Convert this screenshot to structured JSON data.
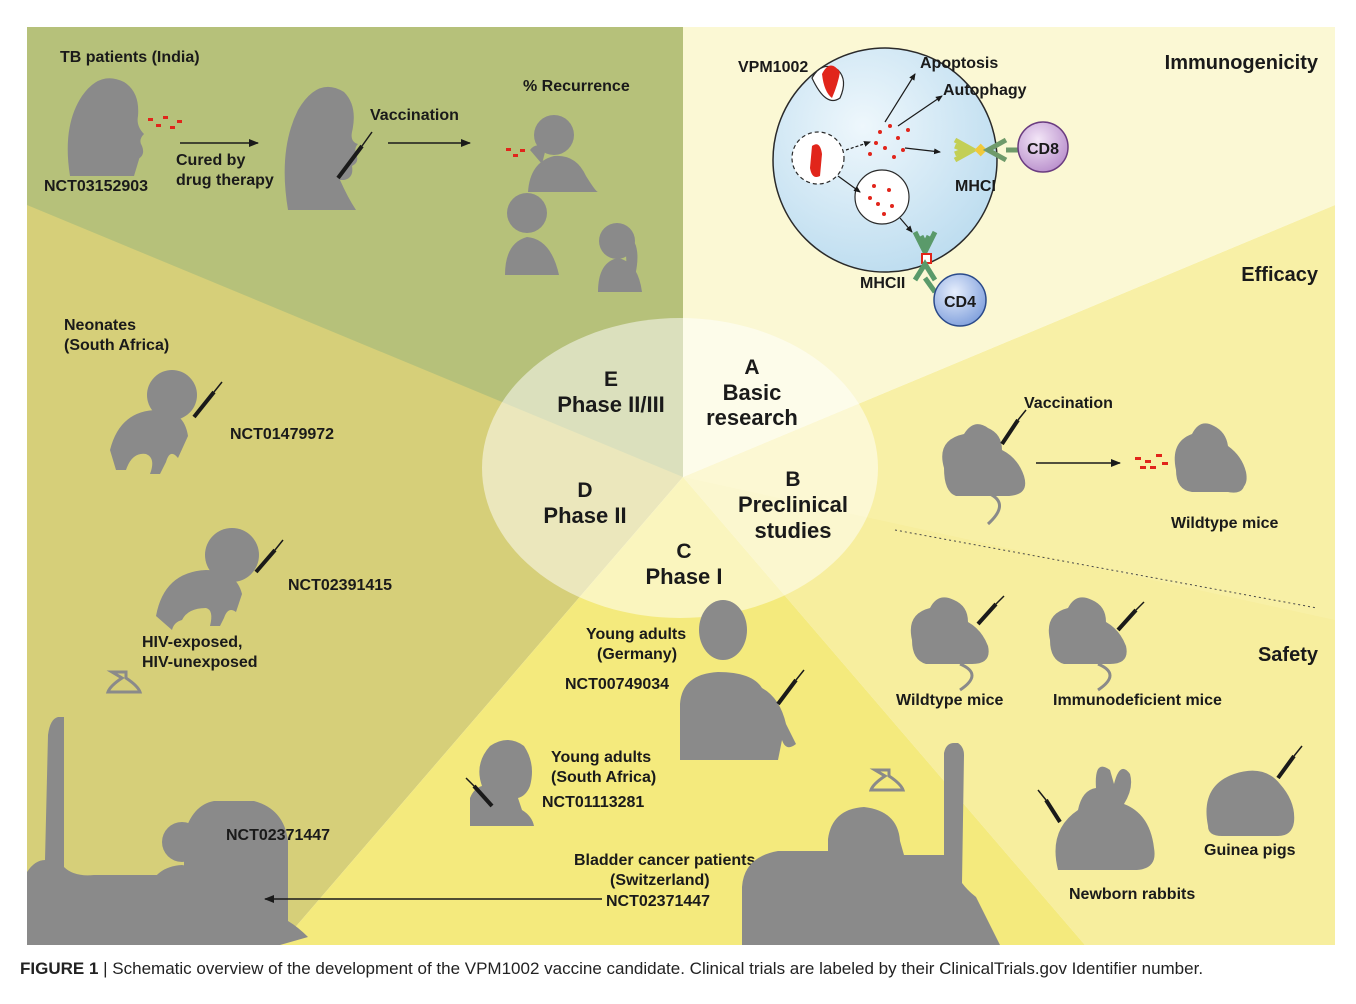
{
  "colors": {
    "sector_E": "#b6c17a",
    "sector_D": "#d6cf79",
    "sector_C": "#f4ea7d",
    "sector_B": "#f8f0a6",
    "sector_A": "#fbf8d4",
    "silhouette": "#8a8a8a",
    "ellipse_fill": "#ffffff",
    "bacteria": "#e1251b",
    "cell": "#d8ecf7"
  },
  "sections": {
    "A": {
      "letter": "A",
      "line1": "Basic",
      "line2": "research"
    },
    "B": {
      "letter": "B",
      "line1": "Preclinical",
      "line2": "studies"
    },
    "C": {
      "letter": "C",
      "line1": "Phase I"
    },
    "D": {
      "letter": "D",
      "line1": "Phase II"
    },
    "E": {
      "letter": "E",
      "line1": "Phase II/III"
    }
  },
  "headings": {
    "immunogenicity": "Immunogenicity",
    "efficacy": "Efficacy",
    "safety": "Safety"
  },
  "immunogenicity": {
    "vaccine": "VPM1002",
    "apoptosis": "Apoptosis",
    "autophagy": "Autophagy",
    "mhc1": "MHCI",
    "mhc2": "MHCII",
    "cd8": "CD8",
    "cd4": "CD4"
  },
  "efficacy": {
    "vaccination": "Vaccination",
    "mice": "Wildtype mice"
  },
  "safety": {
    "wildtype": "Wildtype mice",
    "immunodeficient": "Immunodeficient mice",
    "rabbits": "Newborn rabbits",
    "guinea_pigs": "Guinea pigs"
  },
  "phase_e": {
    "tb_patients": "TB patients (India)",
    "trial": "NCT03152903",
    "cured_1": "Cured by",
    "cured_2": "drug therapy",
    "vaccination": "Vaccination",
    "recurrence": "% Recurrence"
  },
  "phase_d": {
    "neonates_1": "Neonates",
    "neonates_2": "(South Africa)",
    "trial_1": "NCT01479972",
    "trial_2": "NCT02391415",
    "hiv_1": "HIV-exposed,",
    "hiv_2": "HIV-unexposed",
    "bladder_trial": "NCT02371447"
  },
  "phase_c": {
    "germany_1": "Young adults",
    "germany_2": "(Germany)",
    "germany_trial": "NCT00749034",
    "sa_1": "Young adults",
    "sa_2": "(South Africa)",
    "sa_trial": "NCT01113281",
    "bladder_1": "Bladder cancer patients",
    "bladder_2": "(Switzerland)",
    "bladder_trial": "NCT02371447"
  },
  "caption": {
    "label": "FIGURE 1",
    "separator": " | ",
    "text": "Schematic overview of the development of the VPM1002 vaccine candidate. Clinical trials are labeled by their ClinicalTrials.gov Identifier number."
  }
}
